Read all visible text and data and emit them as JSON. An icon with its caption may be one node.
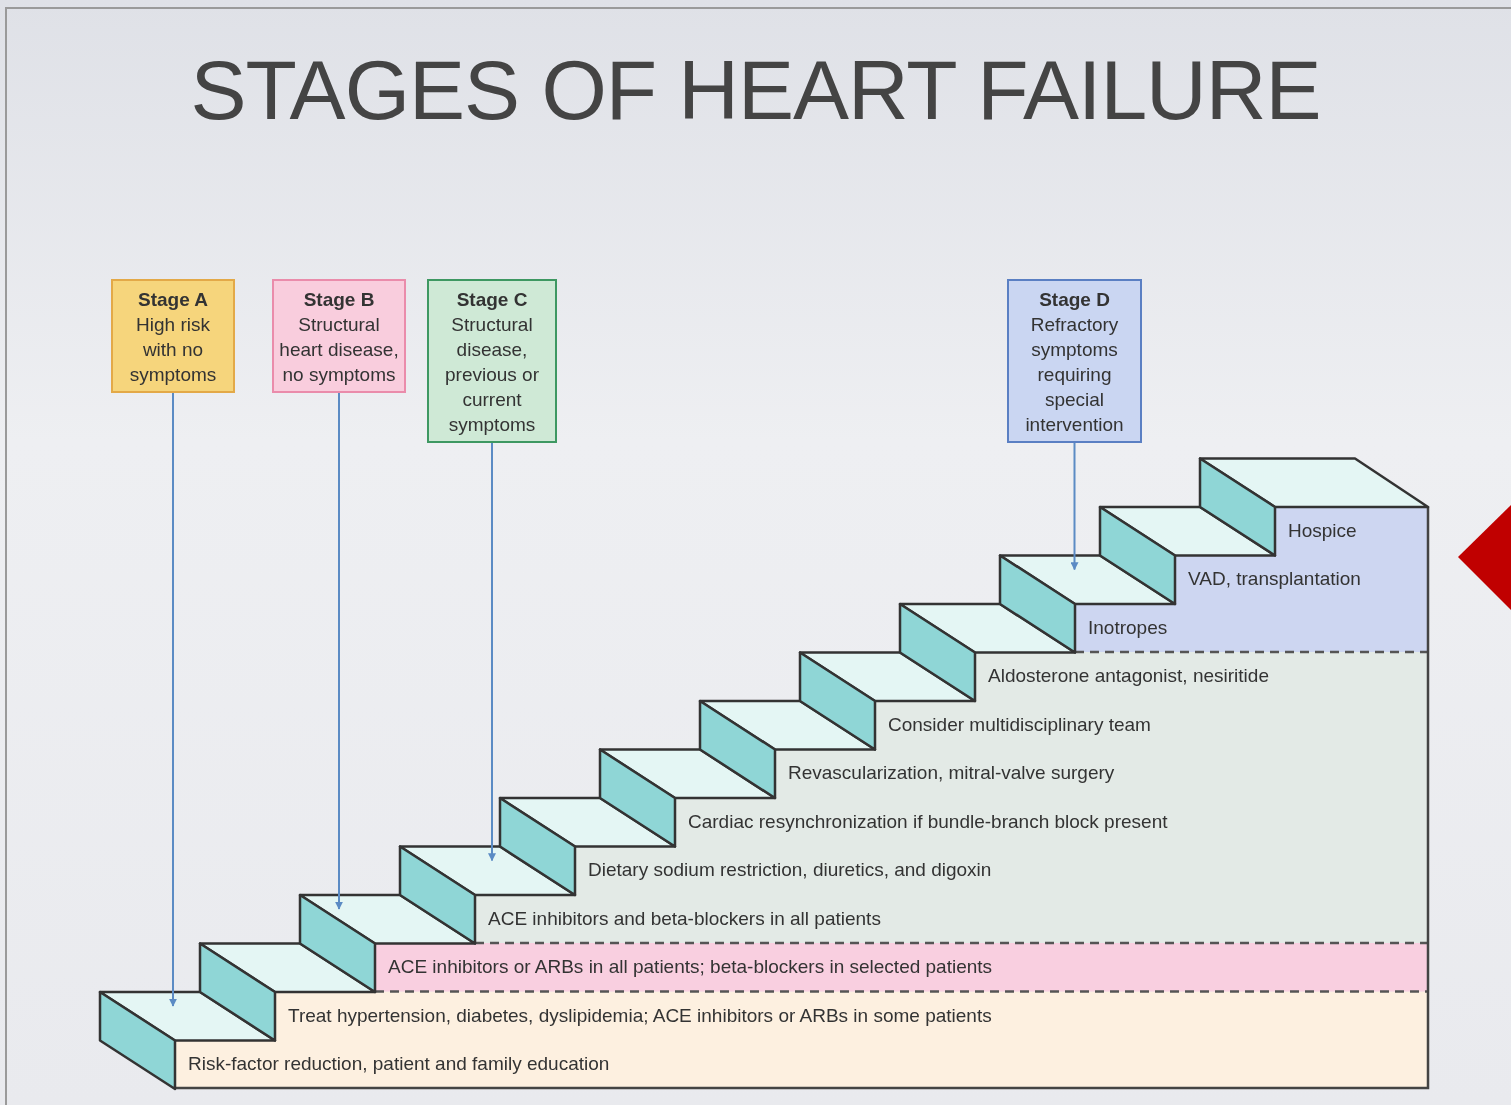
{
  "diagram": {
    "title": "STAGES OF HEART FAILURE",
    "nodes": [
      {
        "text": [
          "Stage A",
          "High risk with no symptoms"
        ]
      },
      {
        "text": [
          "Stage B",
          "Structural heart disease, no symptoms"
        ]
      },
      {
        "text": [
          "Stage C",
          "Structural disease, previous or current symptoms"
        ]
      },
      {
        "text": [
          "Stage D",
          "Refractory symptoms requiring special intervention"
        ]
      },
      {
        "text": [],
        "shape": "step"
      },
      {
        "text": [],
        "shape": "step"
      },
      {
        "text": [],
        "shape": "step"
      },
      {
        "text": [],
        "shape": "step"
      },
      {
        "text": [],
        "shape": "step"
      },
      {
        "text": [],
        "shape": "step"
      },
      {
        "text": [],
        "shape": "step"
      },
      {
        "text": [],
        "shape": "step"
      },
      {
        "text": [],
        "shape": "step"
      },
      {
        "text": [],
        "shape": "step"
      },
      {
        "text": [],
        "shape": "step"
      },
      {
        "text": [],
        "shape": "step"
      },
      {
        "text": [],
        "shape": "diamond"
      }
    ],
    "edges": [
      {
        "from": 0,
        "to": 4,
        "arrow": "to"
      },
      {
        "from": 1,
        "to": 6,
        "arrow": "to"
      },
      {
        "from": 2,
        "to": 7,
        "arrow": "to"
      },
      {
        "from": 3,
        "to": 13,
        "arrow": "to"
      }
    ],
    "labels": [
      "Hospice",
      "VAD, transplantation",
      "Inotropes",
      "Aldosterone antagonist, nesiritide",
      "Consider multidisciplinary team",
      "Revascularization, mitral-valve surgery",
      "Cardiac resynchronization if bundle-branch block present",
      "Dietary sodium restriction, diuretics, and digoxin",
      "ACE inhibitors and beta-blockers in all patients",
      "ACE inhibitors or ARBs in all patients; beta-blockers in selected patients",
      "Treat hypertension, diabetes, dyslipidemia; ACE inhibitors or ARBs in some patients",
      "Risk-factor reduction, patient and family education"
    ]
  }
}
